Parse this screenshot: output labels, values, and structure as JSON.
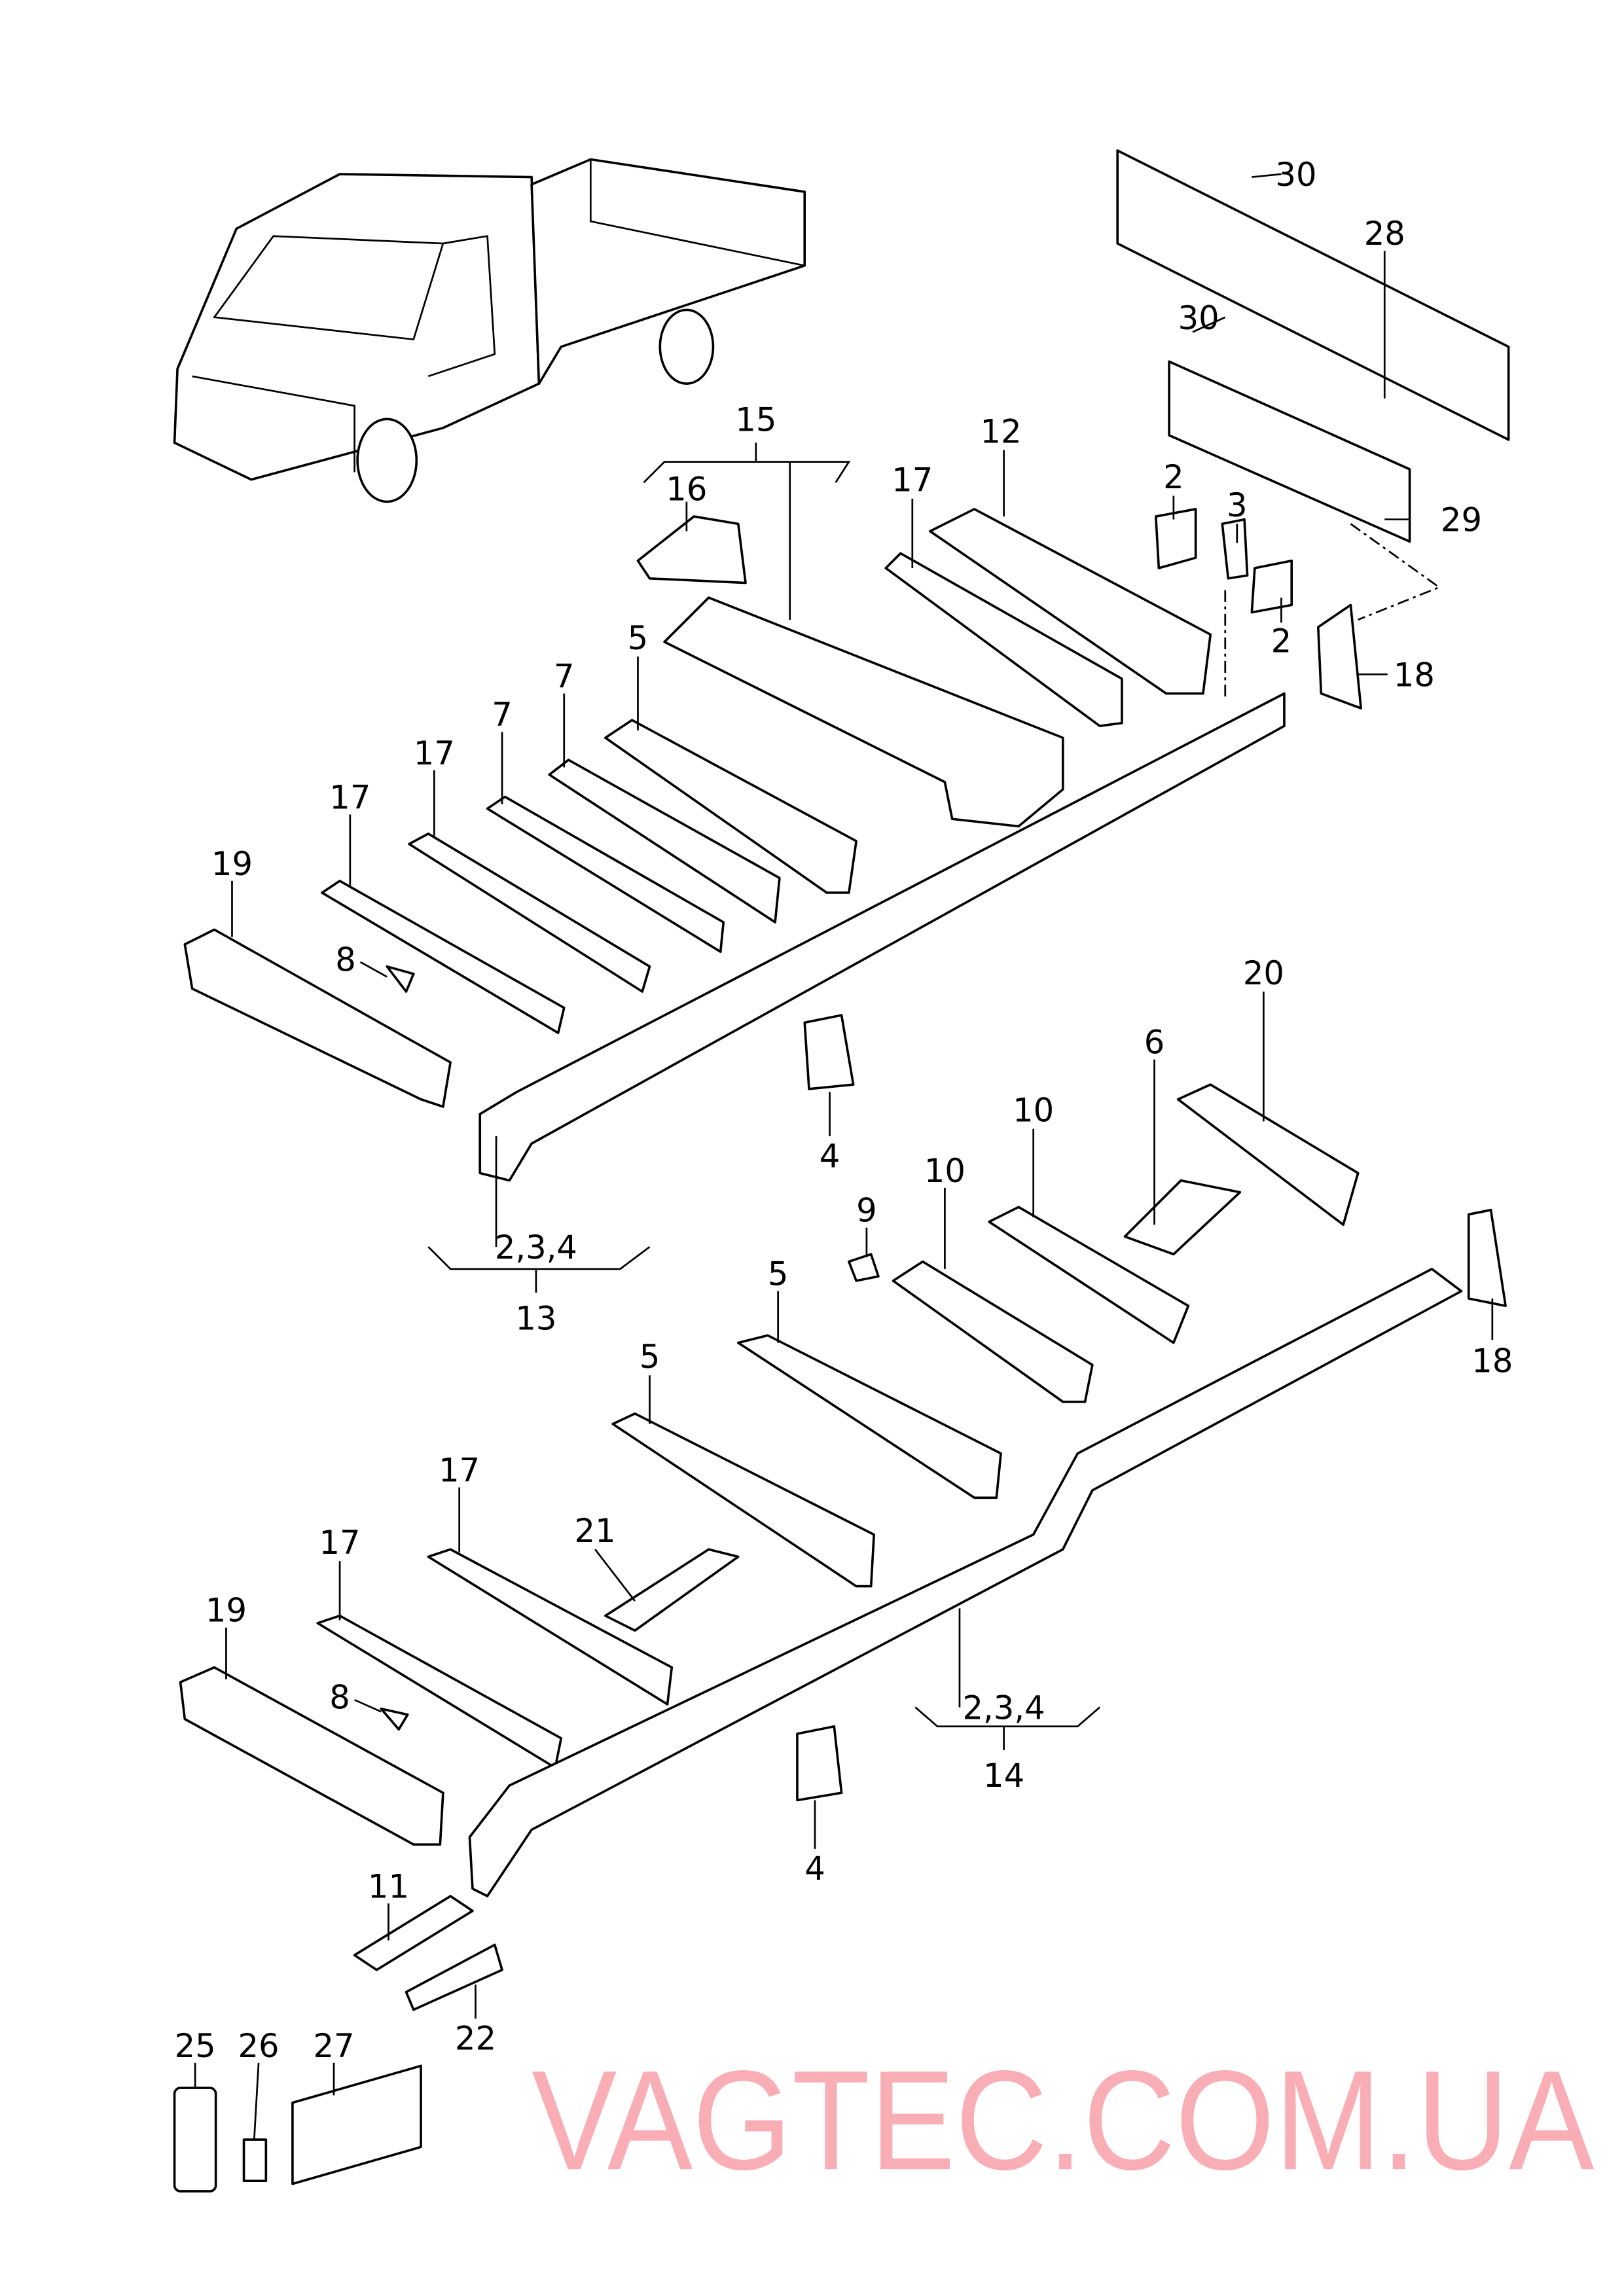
{
  "watermark": "VAGTEC.COM.UA",
  "callouts": [
    "30",
    "28",
    "30",
    "29",
    "15",
    "12",
    "16",
    "17",
    "2",
    "3",
    "2",
    "18",
    "5",
    "7",
    "7",
    "17",
    "17",
    "19",
    "8",
    "4",
    "20",
    "6",
    "10",
    "10",
    "9",
    "2,3,4",
    "13",
    "5",
    "18",
    "5",
    "17",
    "21",
    "17",
    "19",
    "8",
    "2,3,4",
    "14",
    "4",
    "11",
    "22",
    "25",
    "26",
    "27"
  ],
  "colors": {
    "line": "#000000",
    "watermark": "#f7939c"
  }
}
